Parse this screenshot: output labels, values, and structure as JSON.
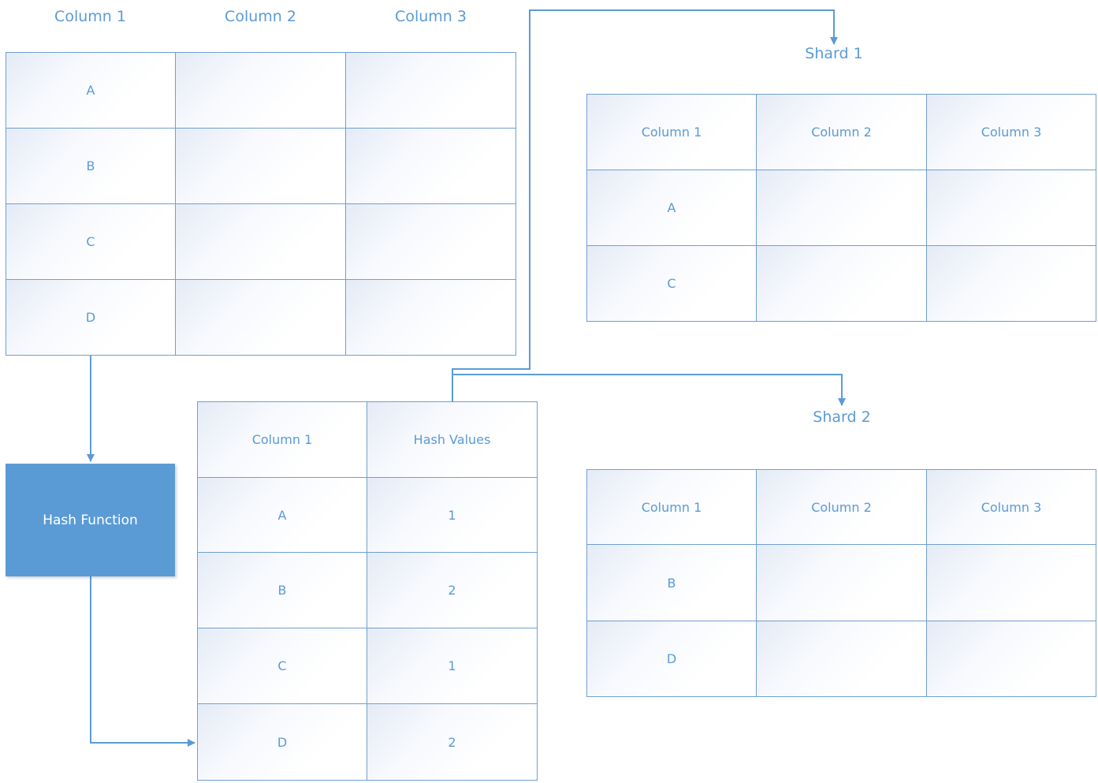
{
  "source_table": {
    "headers": [
      "Column 1",
      "Column 2",
      "Column 3"
    ],
    "rows": [
      [
        "A",
        "",
        ""
      ],
      [
        "B",
        "",
        ""
      ],
      [
        "C",
        "",
        ""
      ],
      [
        "D",
        "",
        ""
      ]
    ]
  },
  "hash_function": {
    "label": "Hash Function"
  },
  "hash_table": {
    "headers": [
      "Column 1",
      "Hash Values"
    ],
    "rows": [
      [
        "A",
        "1"
      ],
      [
        "B",
        "2"
      ],
      [
        "C",
        "1"
      ],
      [
        "D",
        "2"
      ]
    ]
  },
  "shard1": {
    "title": "Shard 1",
    "headers": [
      "Column 1",
      "Column 2",
      "Column 3"
    ],
    "rows": [
      [
        "A",
        "",
        ""
      ],
      [
        "C",
        "",
        ""
      ]
    ]
  },
  "shard2": {
    "title": "Shard 2",
    "headers": [
      "Column 1",
      "Column 2",
      "Column 3"
    ],
    "rows": [
      [
        "B",
        "",
        ""
      ],
      [
        "D",
        "",
        ""
      ]
    ]
  },
  "colors": {
    "accent": "#5b9bd5",
    "border": "#6fa0d2"
  }
}
